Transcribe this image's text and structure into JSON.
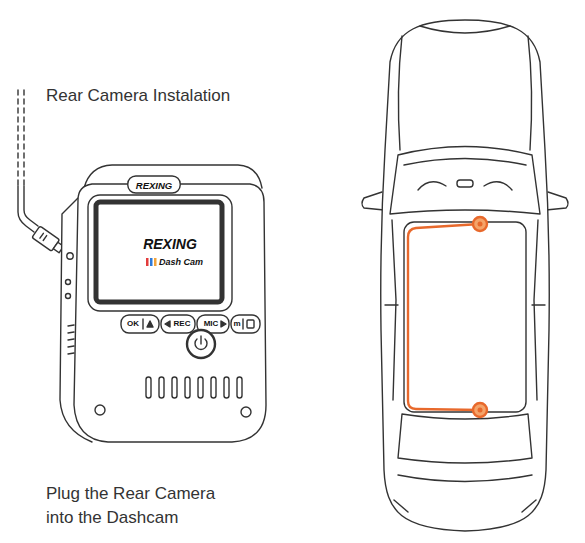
{
  "diagram": {
    "labels": [
      "Rear Camera Instalation",
      "Plug the Rear Camera into the Dashcam",
      "REXING",
      "REXING",
      "Dash Cam",
      "OK",
      "REC",
      "MIC",
      "m"
    ]
  }
}
